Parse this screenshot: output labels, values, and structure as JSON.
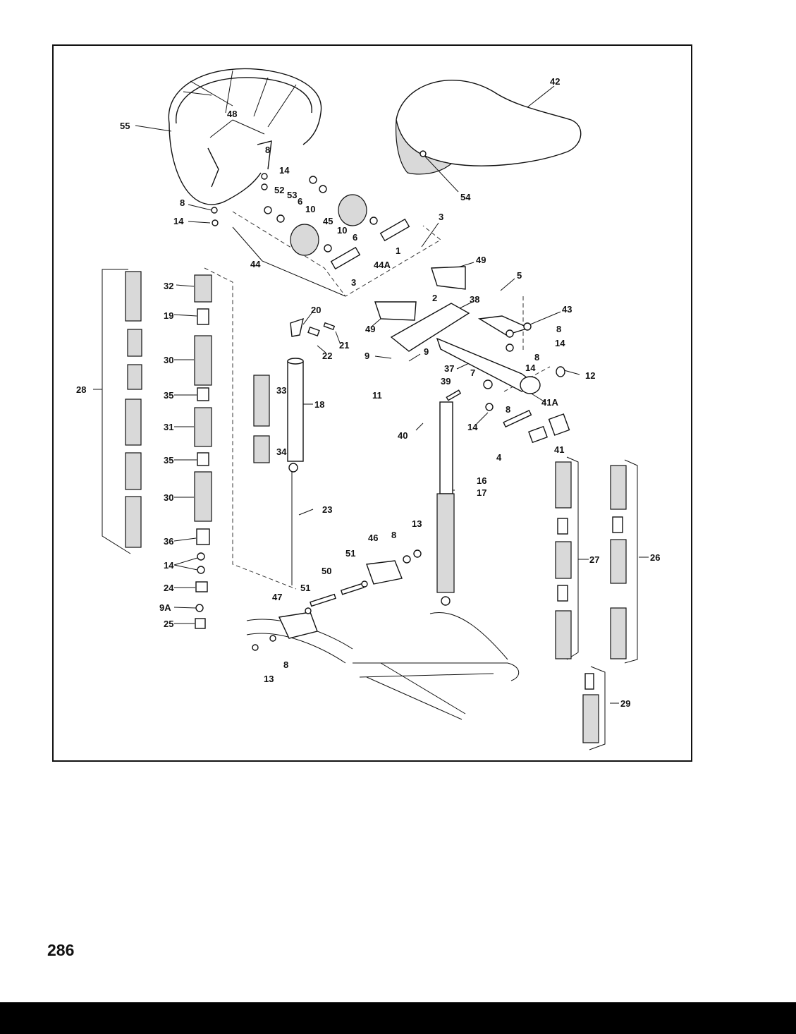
{
  "page": {
    "number": "286"
  },
  "labels": {
    "l1": "1",
    "l2": "2",
    "l3a": "3",
    "l3b": "3",
    "l4": "4",
    "l5": "5",
    "l6a": "6",
    "l6b": "6",
    "l7": "7",
    "l8a": "8",
    "l8b": "8",
    "l8c": "8",
    "l8d": "8",
    "l8e": "8",
    "l8f": "8",
    "l8g": "8",
    "l9a": "9",
    "l9b": "9",
    "l9A": "9A",
    "l10a": "10",
    "l10b": "10",
    "l11": "11",
    "l12": "12",
    "l13a": "13",
    "l13b": "13",
    "l14a": "14",
    "l14b": "14",
    "l14c": "14",
    "l14d": "14",
    "l14e": "14",
    "l14f": "14",
    "l16": "16",
    "l17": "17",
    "l18": "18",
    "l19": "19",
    "l20": "20",
    "l21": "21",
    "l22": "22",
    "l23": "23",
    "l24": "24",
    "l25": "25",
    "l26": "26",
    "l27": "27",
    "l28": "28",
    "l29": "29",
    "l30a": "30",
    "l30b": "30",
    "l31": "31",
    "l32": "32",
    "l33": "33",
    "l34": "34",
    "l35a": "35",
    "l35b": "35",
    "l36": "36",
    "l37": "37",
    "l38": "38",
    "l39": "39",
    "l40": "40",
    "l41": "41",
    "l41A": "41A",
    "l42": "42",
    "l43": "43",
    "l44": "44",
    "l44A": "44A",
    "l45": "45",
    "l46": "46",
    "l47": "47",
    "l48": "48",
    "l49a": "49",
    "l49b": "49",
    "l50": "50",
    "l51a": "51",
    "l51b": "51",
    "l52": "52",
    "l53": "53",
    "l54": "54",
    "l55": "55"
  }
}
